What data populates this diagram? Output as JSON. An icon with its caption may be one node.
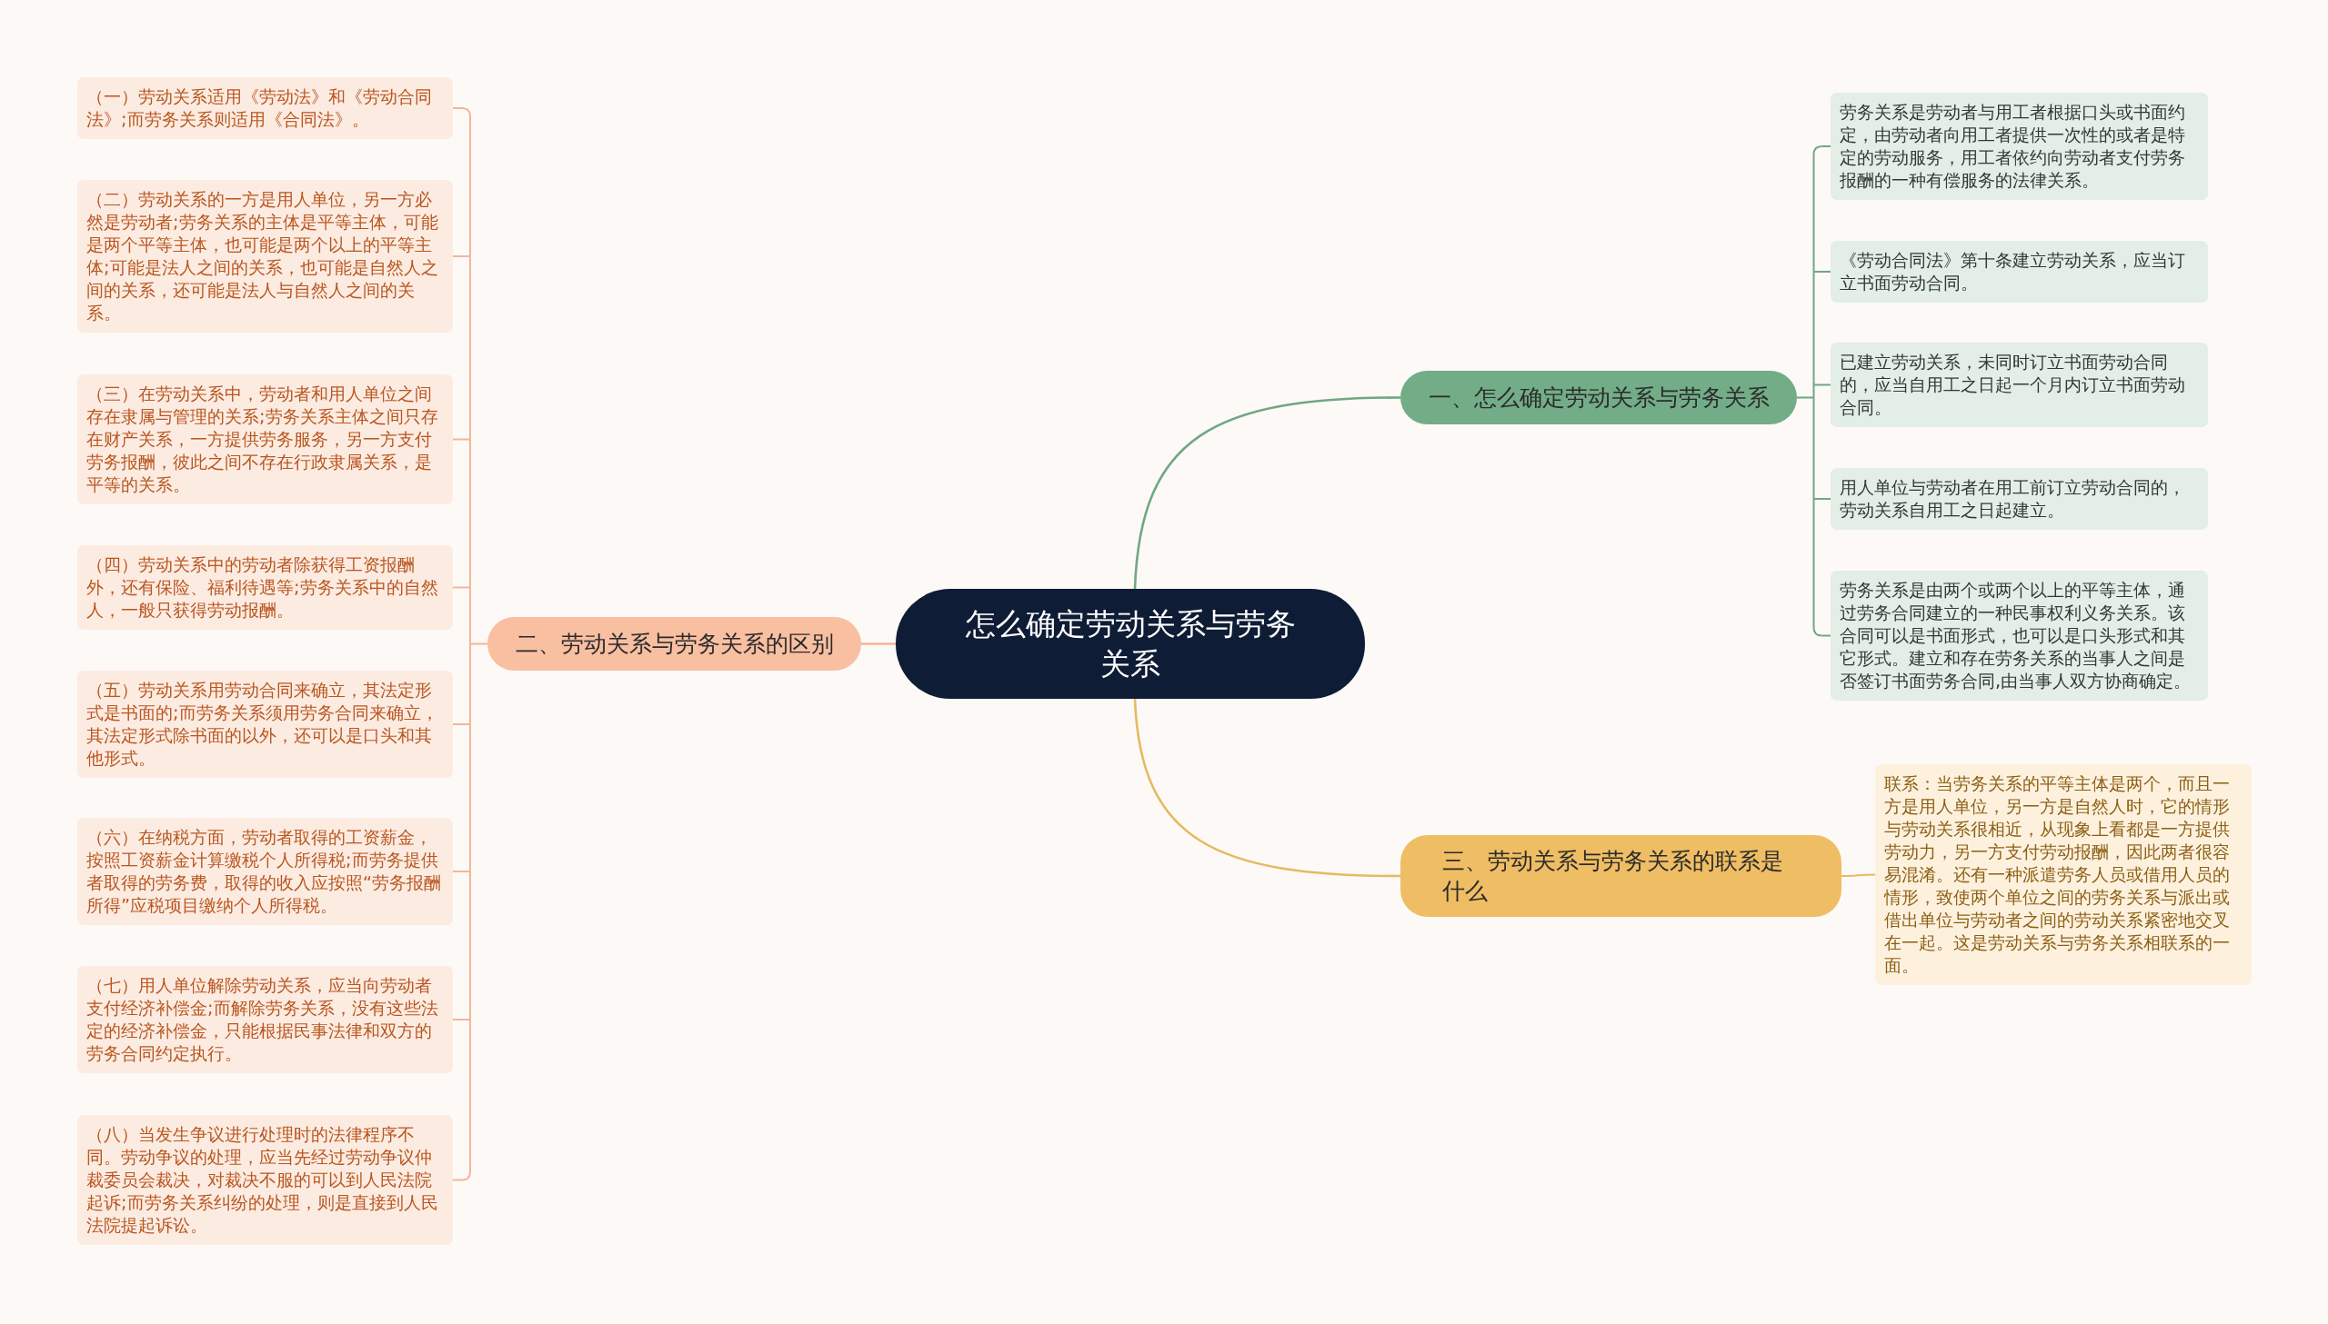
{
  "diagram": {
    "nodes": [
      {
        "text": [
          "怎么确定劳动关系与劳务关系"
        ]
      },
      {
        "text": [
          "一、怎么确定劳动关系与劳务关系"
        ]
      },
      {
        "text": [
          "劳务关系是劳动者与用工者根据口头或书面约定，由劳动者向用工者提供一次性的或者是特定的劳动服务，用工者依约向劳动者支付劳务报酬的一种有偿服务的法律关系。"
        ]
      },
      {
        "text": [
          "《劳动合同法》第十条建立劳动关系，应当订立书面劳动合同。"
        ]
      },
      {
        "text": [
          "已建立劳动关系，未同时订立书面劳动合同的，应当自用工之日起一个月内订立书面劳动合同。"
        ]
      },
      {
        "text": [
          "用人单位与劳动者在用工前订立劳动合同的，劳动关系自用工之日起建立。"
        ]
      },
      {
        "text": [
          "劳务关系是由两个或两个以上的平等主体，通过劳务合同建立的一种民事权利义务关系。该合同可以是书面形式，也可以是口头形式和其它形式。建立和存在劳务关系的当事人之间是否签订书面劳务合同,由当事人双方协商确定。"
        ]
      },
      {
        "text": [
          "二、劳动关系与劳务关系的区别"
        ]
      },
      {
        "text": [
          "（一）劳动关系适用《劳动法》和《劳动合同法》;而劳务关系则适用《合同法》。"
        ]
      },
      {
        "text": [
          "（二）劳动关系的一方是用人单位，另一方必然是劳动者;劳务关系的主体是平等主体，可能是两个平等主体，也可能是两个以上的平等主体;可能是法人之间的关系，也可能是自然人之间的关系，还可能是法人与自然人之间的关系。"
        ]
      },
      {
        "text": [
          "（三）在劳动关系中，劳动者和用人单位之间存在隶属与管理的关系;劳务关系主体之间只存在财产关系，一方提供劳务服务，另一方支付劳务报酬，彼此之间不存在行政隶属关系，是平等的关系。"
        ]
      },
      {
        "text": [
          "（四）劳动关系中的劳动者除获得工资报酬外，还有保险、福利待遇等;劳务关系中的自然人，一般只获得劳动报酬。"
        ]
      },
      {
        "text": [
          "（五）劳动关系用劳动合同来确立，其法定形式是书面的;而劳务关系须用劳务合同来确立，其法定形式除书面的以外，还可以是口头和其他形式。"
        ]
      },
      {
        "text": [
          "（六）在纳税方面，劳动者取得的工资薪金，按照工资薪金计算缴税个人所得税;而劳务提供者取得的劳务费，取得的收入应按照“劳务报酬所得”应税项目缴纳个人所得税。"
        ]
      },
      {
        "text": [
          "（七）用人单位解除劳动关系，应当向劳动者支付经济补偿金;而解除劳务关系，没有这些法定的经济补偿金，只能根据民事法律和双方的劳务合同约定执行。"
        ]
      },
      {
        "text": [
          "（八）当发生争议进行处理时的法律程序不同。劳动争议的处理，应当先经过劳动争议仲裁委员会裁决，对裁决不服的可以到人民法院起诉;而劳务关系纠纷的处理，则是直接到人民法院提起诉讼。"
        ]
      },
      {
        "text": [
          "三、劳动关系与劳务关系的联系是什么"
        ]
      },
      {
        "text": [
          "联系：当劳务关系的平等主体是两个，而且一方是用人单位，另一方是自然人时，它的情形与劳动关系很相近，从现象上看都是一方提供劳动力，另一方支付劳动报酬，因此两者很容易混淆。还有一种派遣劳务人员或借用人员的情形，致使两个单位之间的劳务关系与派出或借出单位与劳动者之间的劳动关系紧密地交叉在一起。这是劳动关系与劳务关系相联系的一面。"
        ]
      }
    ],
    "edges": [
      {
        "from": 0,
        "to": 1,
        "arrow": "none",
        "color": "#6fa883"
      },
      {
        "from": 1,
        "to": 2,
        "arrow": "none",
        "color": "#6fa883"
      },
      {
        "from": 1,
        "to": 3,
        "arrow": "none",
        "color": "#6fa883"
      },
      {
        "from": 1,
        "to": 4,
        "arrow": "none",
        "color": "#6fa883"
      },
      {
        "from": 1,
        "to": 5,
        "arrow": "none",
        "color": "#6fa883"
      },
      {
        "from": 1,
        "to": 6,
        "arrow": "none",
        "color": "#6fa883"
      },
      {
        "from": 0,
        "to": 7,
        "arrow": "none"
      },
      {
        "from": 7,
        "to": 8,
        "arrow": "none"
      },
      {
        "from": 7,
        "to": 9,
        "arrow": "none"
      },
      {
        "from": 7,
        "to": 10,
        "arrow": "none"
      },
      {
        "from": 7,
        "to": 11,
        "arrow": "none"
      },
      {
        "from": 7,
        "to": 12,
        "arrow": "none"
      },
      {
        "from": 7,
        "to": 13,
        "arrow": "none"
      },
      {
        "from": 7,
        "to": 14,
        "arrow": "none"
      },
      {
        "from": 7,
        "to": 15,
        "arrow": "none"
      },
      {
        "from": 0,
        "to": 16,
        "arrow": "none",
        "color": "#e6ba5f"
      },
      {
        "from": 16,
        "to": 17,
        "arrow": "none",
        "color": "#e6ba5f"
      }
    ]
  }
}
